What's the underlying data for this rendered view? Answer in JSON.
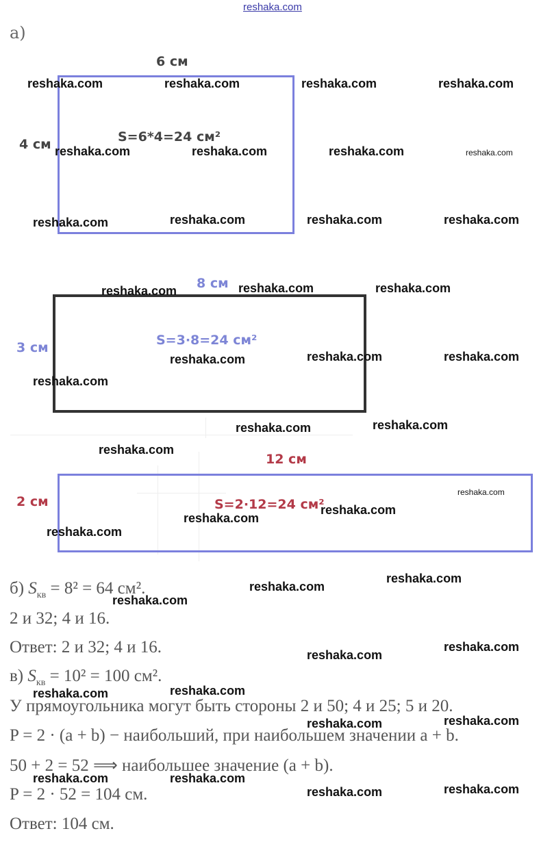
{
  "header": {
    "site_link": "reshaka.com",
    "part_a": "а)"
  },
  "figures": [
    {
      "width_label": "6 см",
      "height_label": "4 см",
      "area_formula": "S=6*4=24 см²",
      "stroke": "#7b80dd"
    },
    {
      "width_label": "8 см",
      "height_label": "3 см",
      "area_formula": "S=3·8=24 см²",
      "stroke": "#333333"
    },
    {
      "width_label": "12 см",
      "height_label": "2 см",
      "area_formula": "S=2·12=24 см²",
      "stroke": "#7b80dd"
    }
  ],
  "watermark": "reshaka.com",
  "solution": {
    "b_line1_prefix": "б) ",
    "b_line1": "= 8² = 64 см².",
    "s_symbol": "S",
    "s_sub": "кв",
    "b_line2": "2 и 32;  4 и 16.",
    "b_answer": "Ответ: 2 и 32;  4 и 16.",
    "v_line1_prefix": "в) ",
    "v_line1": "= 10² = 100 см².",
    "v_line2": "У прямоугольника могут быть стороны 2 и 50;  4 и 25;  5 и 20.",
    "v_line3": "P = 2 · (a + b) − наибольший, при наибольшем значении a + b.",
    "v_line4": "50 + 2 = 52 ⟹ наибольшее значение (a + b).",
    "v_line5": "P = 2 · 52 = 104 см.",
    "v_answer": "Ответ: 104 см."
  }
}
